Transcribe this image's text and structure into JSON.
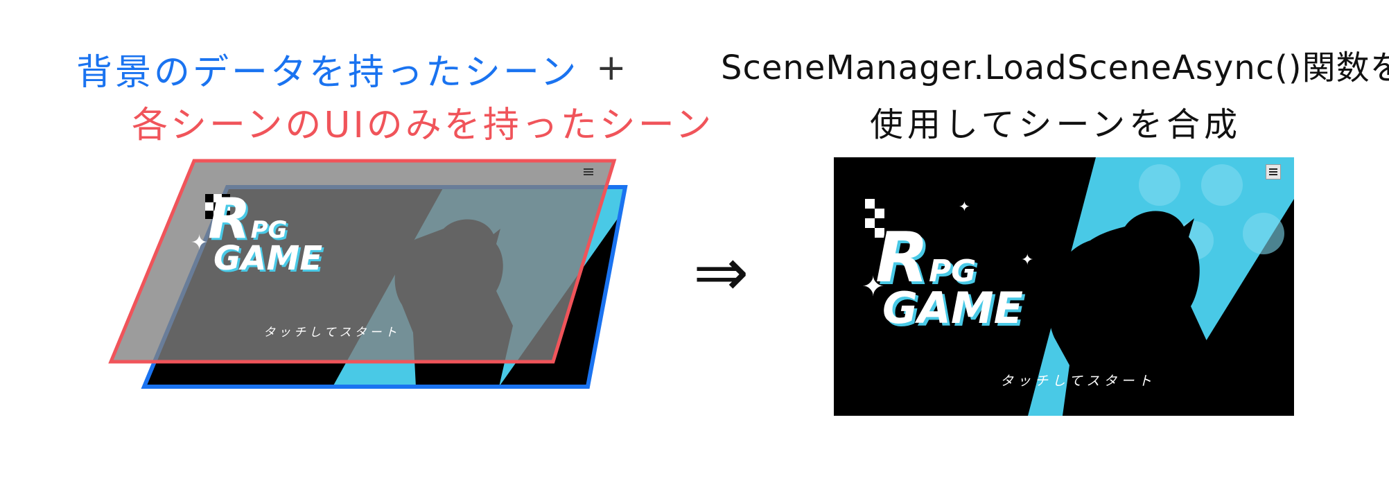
{
  "labels": {
    "background_scene": "背景のデータを持ったシーン",
    "plus": "+",
    "ui_scene": "各シーンのUIのみを持ったシーン",
    "api_call": "SceneManager.LoadSceneAsync()関数を",
    "merge": "使用してシーンを合成",
    "arrow": "⇒"
  },
  "game_screen": {
    "logo_letters": [
      "R",
      "PG",
      "GAME"
    ],
    "start_text": "タッチしてスタート",
    "menu_icon": "hamburger-menu-icon"
  },
  "colors": {
    "background_layer_border": "#1a73f0",
    "ui_layer_border": "#f0545a",
    "accent_cyan": "#49c9e6",
    "screen_black": "#000000"
  }
}
